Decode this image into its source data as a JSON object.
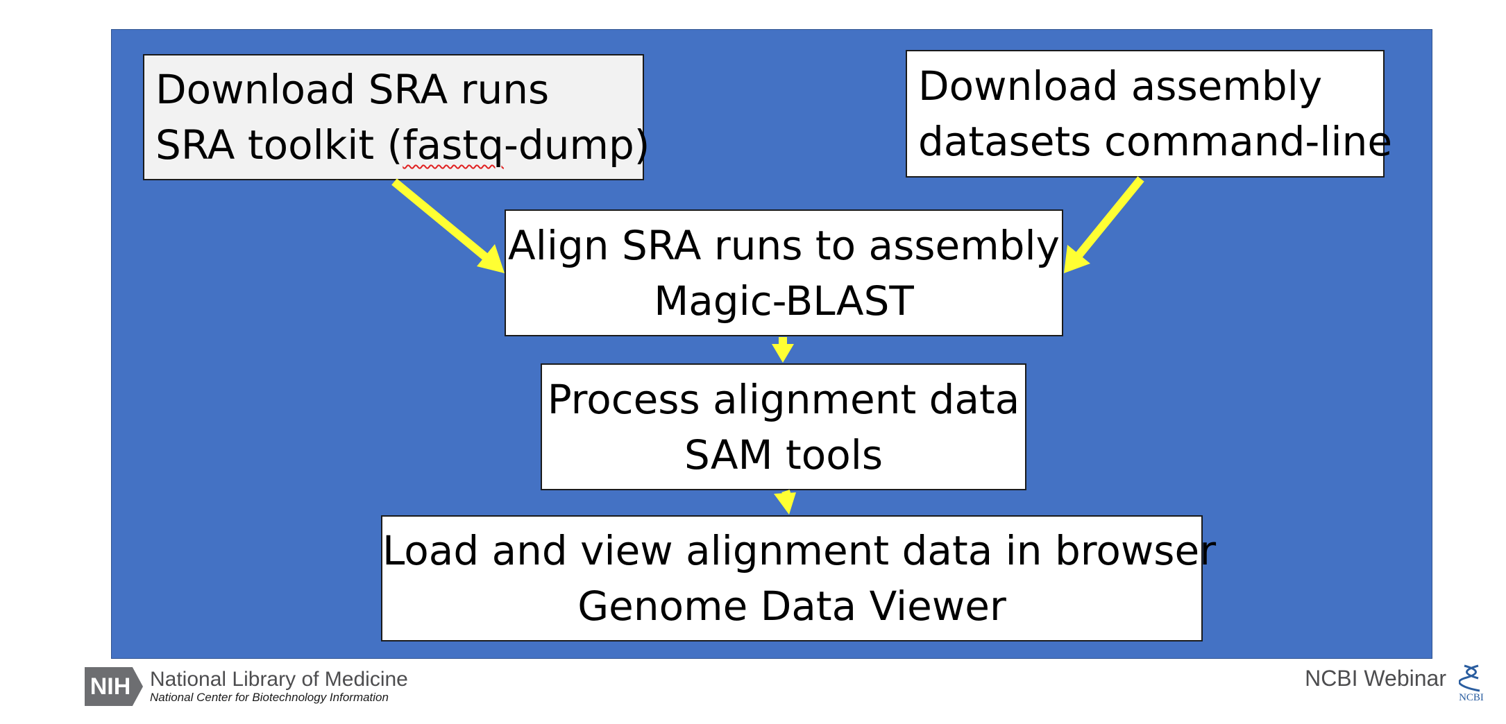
{
  "diagram": {
    "steps": [
      {
        "id": "download-sra",
        "lines": [
          "Download SRA runs",
          "SRA toolkit (",
          "fastq",
          "-dump)"
        ]
      },
      {
        "id": "download-assembly",
        "lines": [
          "Download assembly",
          "datasets command-line"
        ]
      },
      {
        "id": "align",
        "lines": [
          "Align SRA runs to assembly",
          "Magic-BLAST"
        ]
      },
      {
        "id": "process",
        "lines": [
          "Process alignment data",
          "SAM tools"
        ]
      },
      {
        "id": "load-view",
        "lines": [
          "Load and view alignment data in browser",
          "Genome Data Viewer"
        ]
      }
    ],
    "edges": [
      {
        "from": "download-sra",
        "to": "align"
      },
      {
        "from": "download-assembly",
        "to": "align"
      },
      {
        "from": "align",
        "to": "process"
      },
      {
        "from": "process",
        "to": "load-view"
      }
    ]
  },
  "footer": {
    "nih_badge": "NIH",
    "nlm_title": "National Library of Medicine",
    "nlm_subtitle": "National Center for Biotechnology Information",
    "webinar_label": "NCBI Webinar",
    "ncbi_logo_text": "NCBI"
  },
  "colors": {
    "panel": "#4472c4",
    "arrow": "#ffff33",
    "box_fill": "#ffffff",
    "box_alt_fill": "#f2f2f2",
    "footer_gray": "#4d4d4f"
  }
}
